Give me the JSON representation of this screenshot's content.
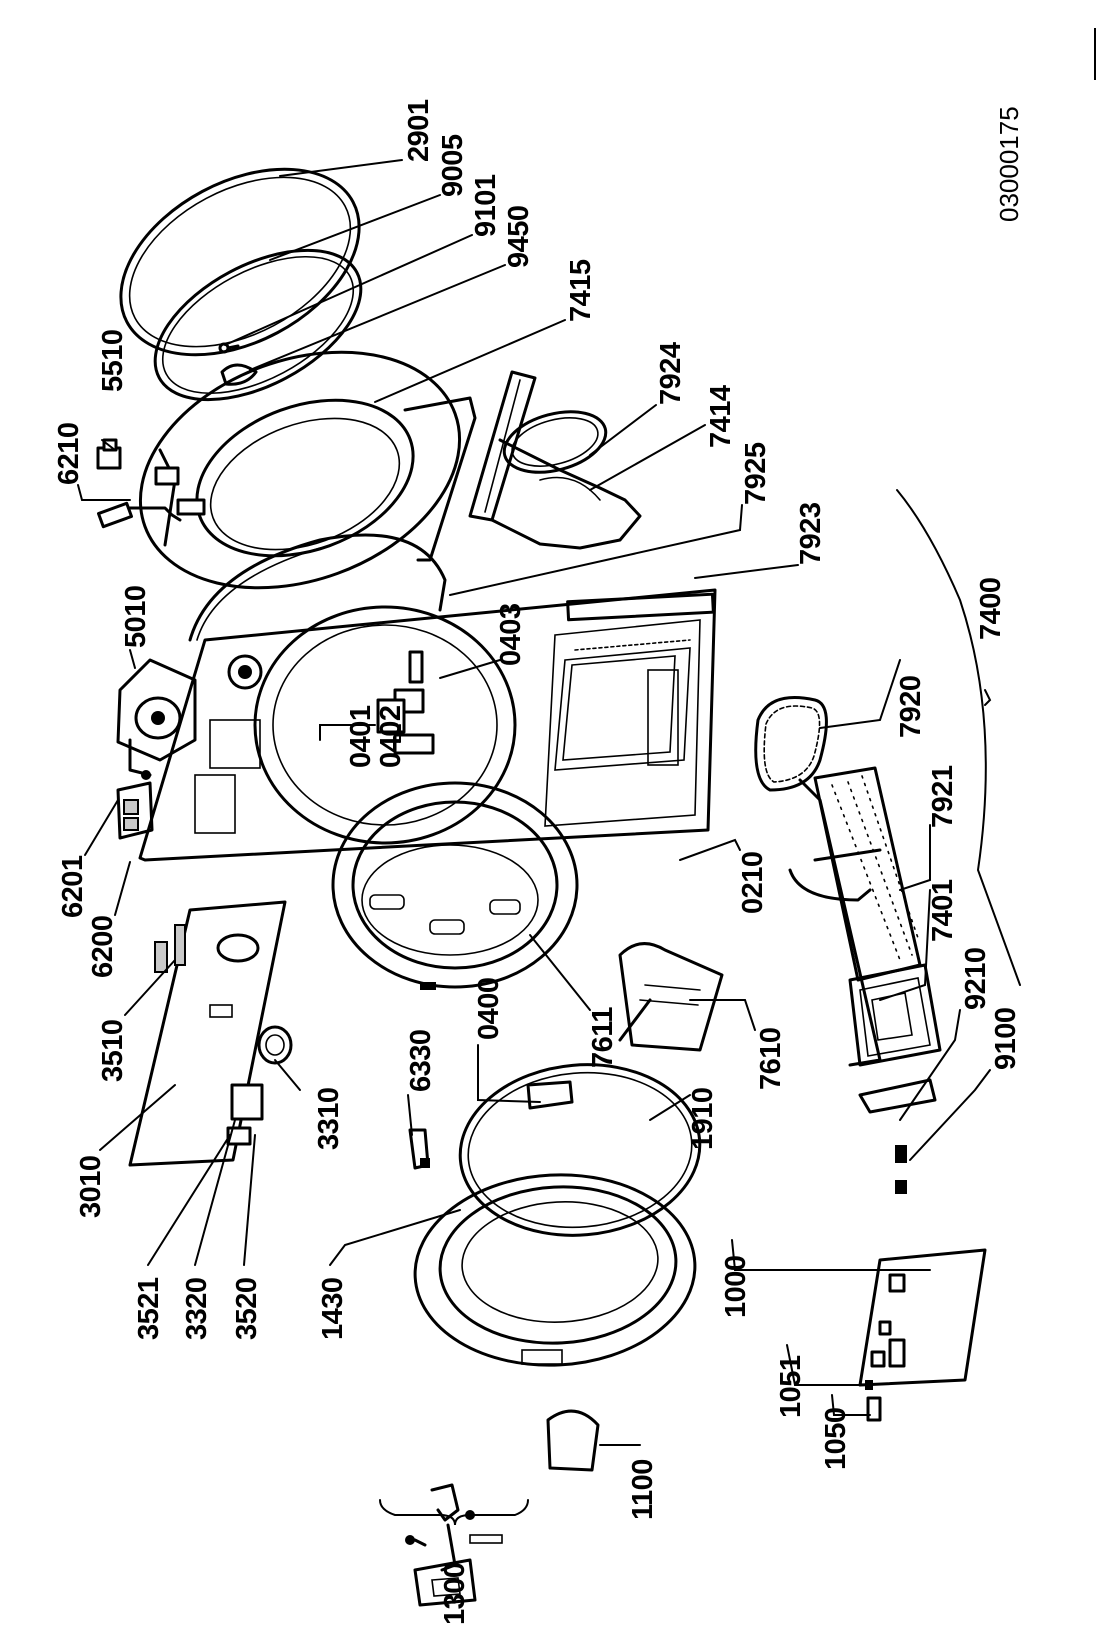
{
  "document": {
    "reference_code": "03000175",
    "labels": [
      "2901",
      "9005",
      "9101",
      "9450",
      "7415",
      "5510",
      "6210",
      "7924",
      "7414",
      "7925",
      "7923",
      "5010",
      "0403",
      "0401",
      "0402",
      "7400",
      "7920",
      "6201",
      "6200",
      "7921",
      "0210",
      "7401",
      "9210",
      "9100",
      "3510",
      "7611",
      "0400",
      "7610",
      "6330",
      "3310",
      "3010",
      "1910",
      "3521",
      "3320",
      "3520",
      "1430",
      "1000",
      "1051",
      "1050",
      "1100",
      "1300"
    ]
  }
}
